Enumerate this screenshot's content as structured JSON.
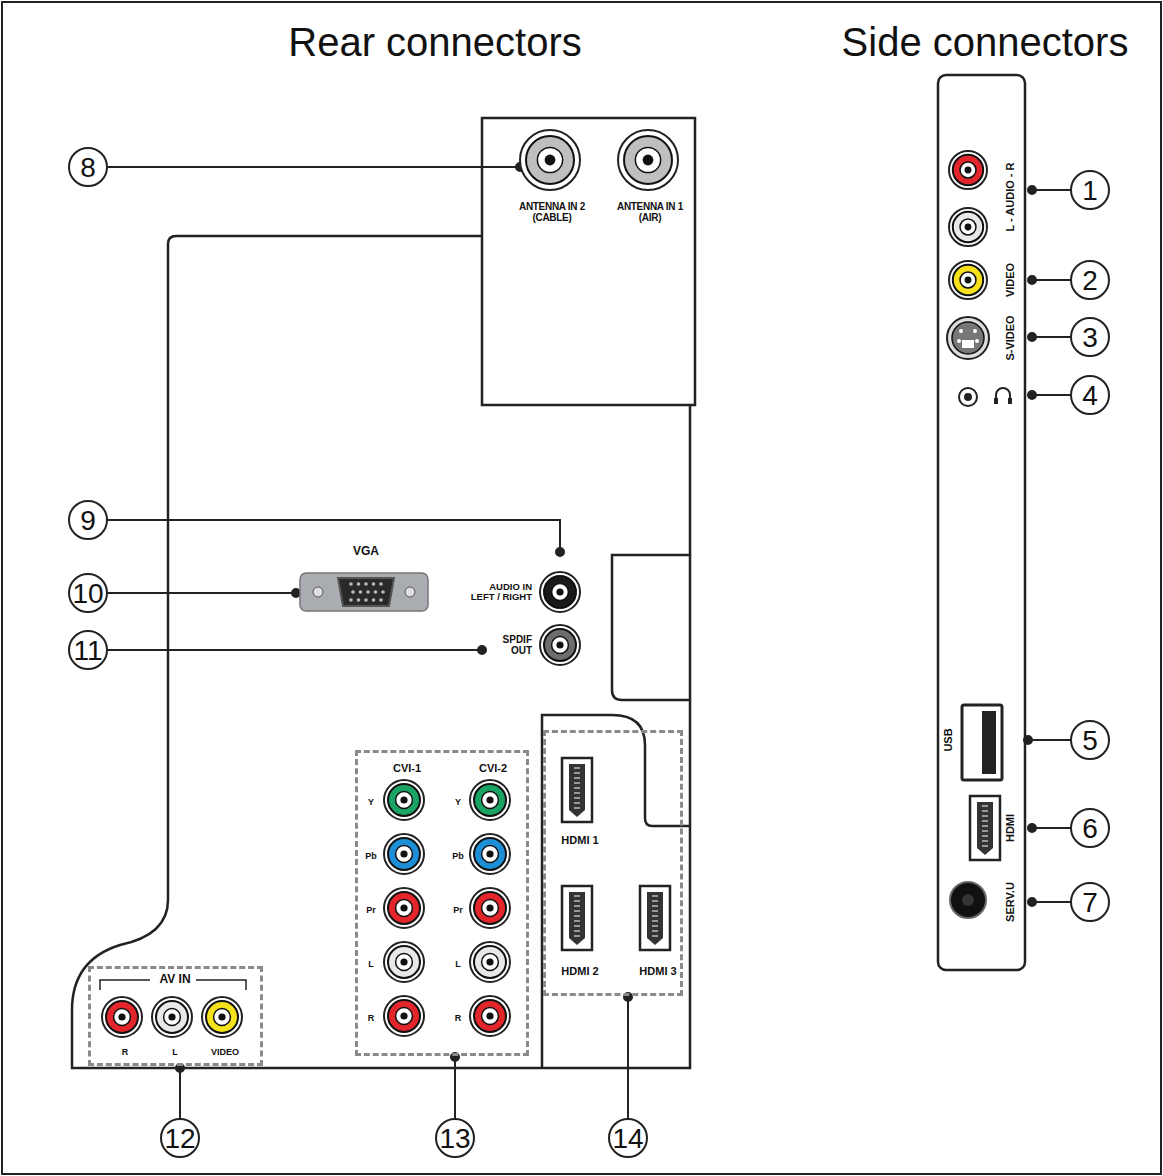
{
  "diagram": {
    "nodes": [
      {
        "text": [
          "CVI-1",
          "CVI-2",
          "Y",
          "Pb",
          "Pr",
          "L",
          "R",
          "Y",
          "Pb",
          "Pr",
          "L",
          "R"
        ]
      },
      {
        "text": [
          "HDMI 1",
          "HDMI 2",
          "HDMI 3"
        ]
      },
      {
        "text": [
          "AV IN",
          "R",
          "L",
          "VIDEO"
        ]
      }
    ],
    "labels": [
      "Rear connectors",
      "Side connectors",
      "ANTENNA IN 2 (CABLE)",
      "ANTENNA IN 1 (AIR)",
      "VGA",
      "AUDIO IN LEFT / RIGHT",
      "SPDIF OUT",
      "L - AUDIO - R",
      "VIDEO",
      "S-VIDEO",
      "USB",
      "HDMI",
      "SERV.U",
      "1",
      "2",
      "3",
      "4",
      "5",
      "6",
      "7",
      "8",
      "9",
      "10",
      "11",
      "12",
      "13",
      "14"
    ]
  }
}
